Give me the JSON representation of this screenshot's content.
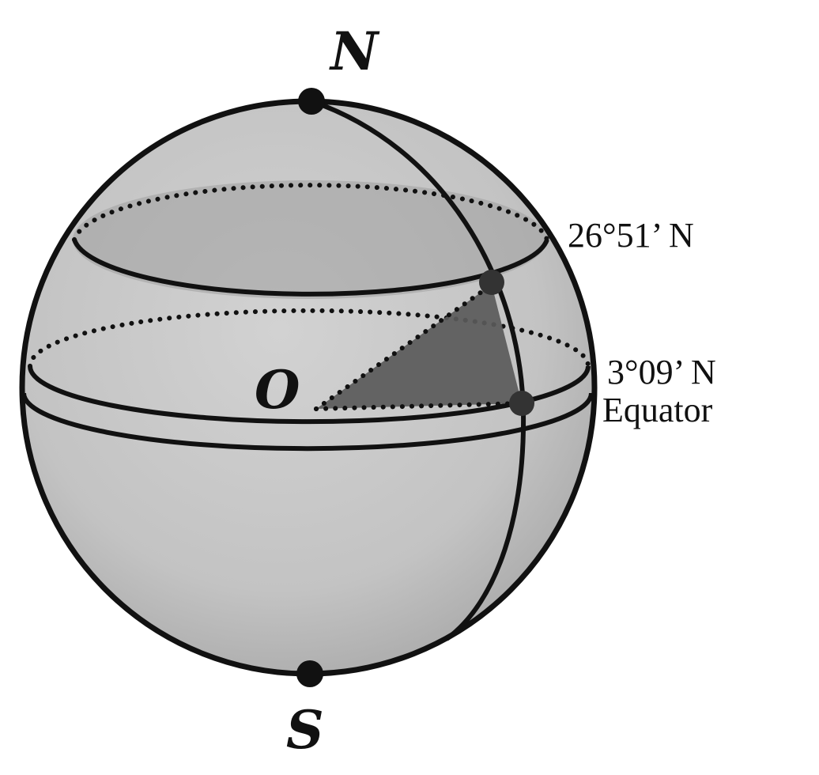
{
  "labels": {
    "north": "N",
    "south": "S",
    "center": "O",
    "latitude_upper": "26°51’ N",
    "latitude_lower": "3°09’ N",
    "equator": "Equator"
  },
  "colors": {
    "sphere_fill": "#c4c4c4",
    "shaded_triangle": "#5a5a5a",
    "line": "#111111",
    "background": "#ffffff"
  }
}
